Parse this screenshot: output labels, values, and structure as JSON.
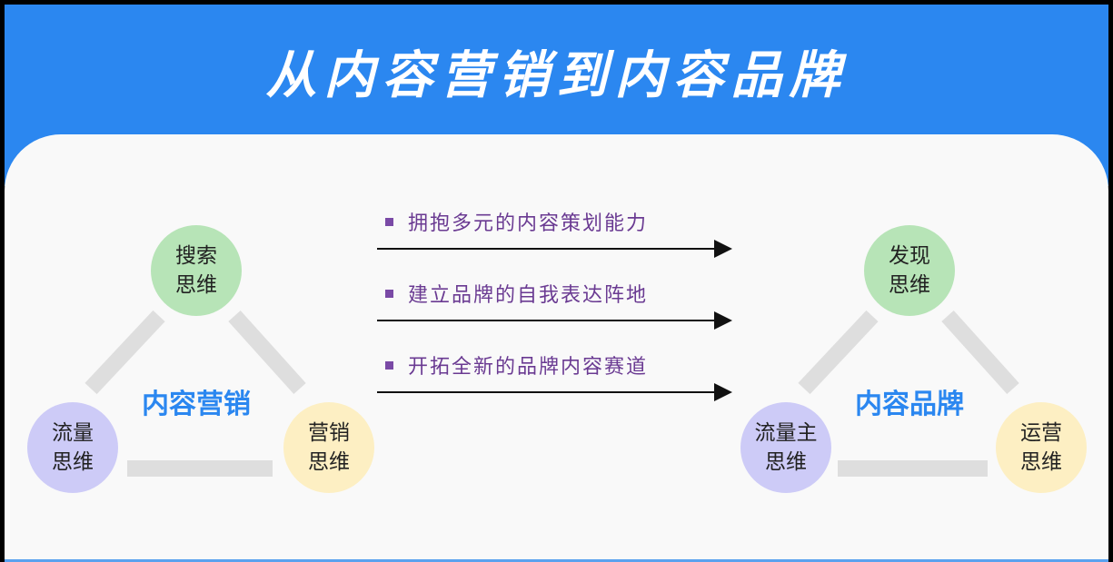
{
  "title": "从内容营销到内容品牌",
  "left": {
    "center": "内容营销",
    "top": [
      "搜索",
      "思维"
    ],
    "bottom_left": [
      "流量",
      "思维"
    ],
    "bottom_right": [
      "营销",
      "思维"
    ]
  },
  "right": {
    "center": "内容品牌",
    "top": [
      "发现",
      "思维"
    ],
    "bottom_left": [
      "流量主",
      "思维"
    ],
    "bottom_right": [
      "运营",
      "思维"
    ]
  },
  "points": [
    "拥抱多元的内容策划能力",
    "建立品牌的自我表达阵地",
    "开拓全新的品牌内容赛道"
  ],
  "colors": {
    "header": "#2b87f0",
    "accent_text": "#6a3a92",
    "green": "#b7e4b7",
    "purple": "#cdcbf7",
    "yellow": "#fdefc3"
  }
}
